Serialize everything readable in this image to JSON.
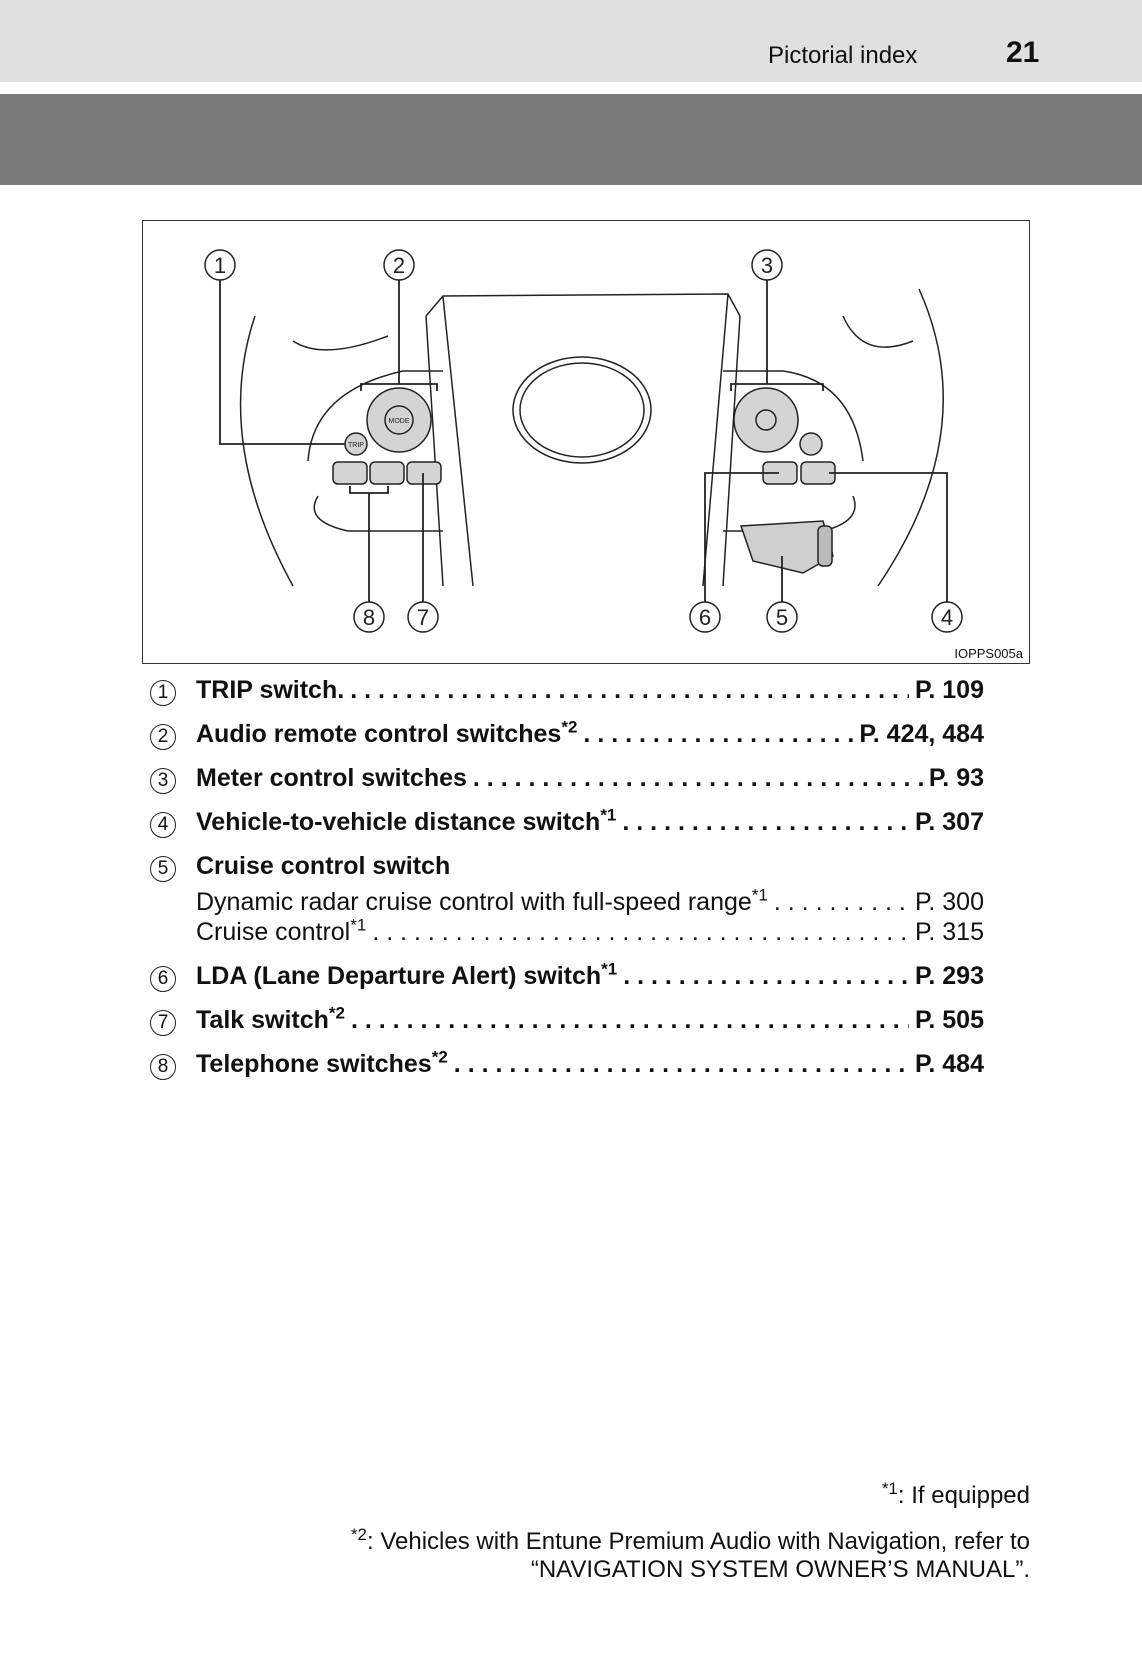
{
  "header": {
    "section": "Pictorial index",
    "page_number": "21"
  },
  "figure": {
    "code": "IOPPS005a",
    "callouts": [
      "1",
      "2",
      "3",
      "4",
      "5",
      "6",
      "7",
      "8"
    ],
    "switch_labels": {
      "trip": "TRIP",
      "mode": "MODE"
    }
  },
  "items": [
    {
      "num": "1",
      "label": "TRIP switch.",
      "sup": "",
      "page": "P. 109"
    },
    {
      "num": "2",
      "label": "Audio remote control switches",
      "sup": "*2",
      "page": "P. 424, 484"
    },
    {
      "num": "3",
      "label": "Meter control switches",
      "sup": "",
      "page": "P. 93"
    },
    {
      "num": "4",
      "label": "Vehicle-to-vehicle distance switch",
      "sup": "*1",
      "page": "P. 307"
    },
    {
      "num": "5",
      "label": "Cruise control switch",
      "sub": [
        {
          "label": "Dynamic radar cruise control with full-speed range",
          "sup": "*1",
          "page": "P. 300"
        },
        {
          "label": "Cruise control",
          "sup": "*1",
          "page": "P. 315"
        }
      ]
    },
    {
      "num": "6",
      "label": "LDA (Lane Departure Alert) switch",
      "sup": "*1",
      "page": "P. 293"
    },
    {
      "num": "7",
      "label": "Talk switch",
      "sup": "*2",
      "page": "P. 505"
    },
    {
      "num": "8",
      "label": "Telephone switches",
      "sup": "*2",
      "page": "P. 484"
    }
  ],
  "footnotes": {
    "fn1_mark": "*1",
    "fn1_text": ": If equipped",
    "fn2_mark": "*2",
    "fn2_line1": ": Vehicles with Entune Premium Audio with Navigation, refer to",
    "fn2_line2": "“NAVIGATION SYSTEM OWNER’S MANUAL”."
  }
}
